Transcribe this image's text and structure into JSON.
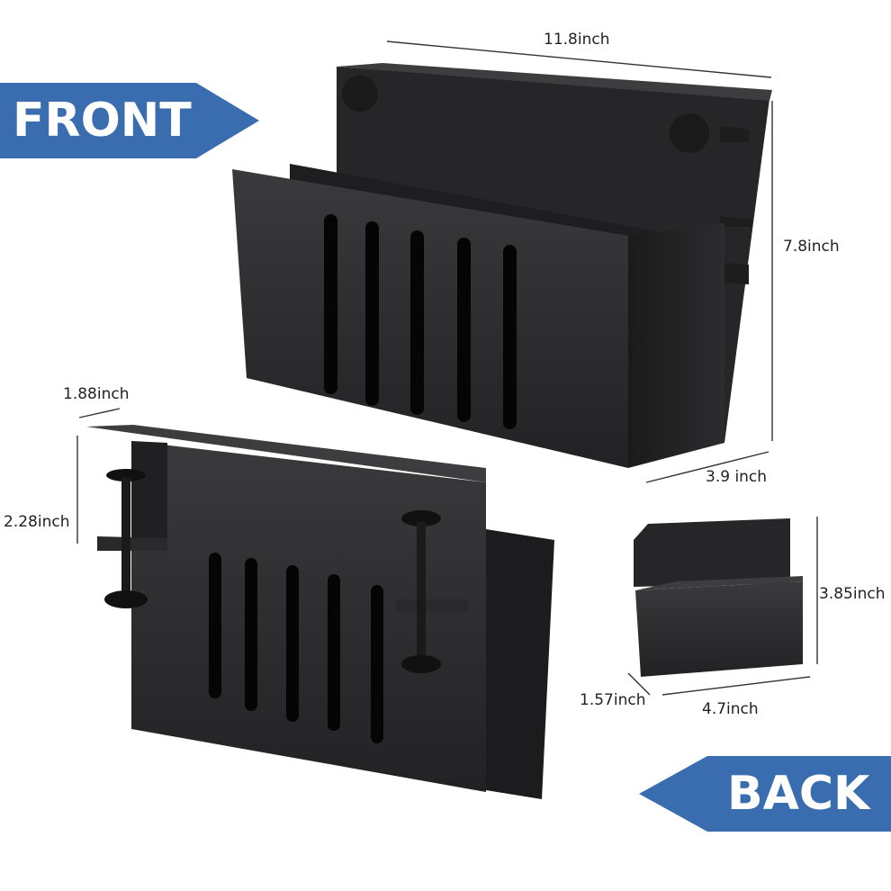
{
  "labels": {
    "front": "FRONT",
    "back": "BACK"
  },
  "dimensions": {
    "width_top": "11.8inch",
    "height_front": "7.8inch",
    "depth_front": "3.9 inch",
    "clamp_depth": "1.88inch",
    "clamp_height": "2.28inch",
    "cup_height": "3.85inch",
    "cup_depth": "1.57inch",
    "cup_width": "4.7inch"
  },
  "colors": {
    "badge": "#3a6db0",
    "product": "#2a2a2c",
    "product_dark": "#161617",
    "dimension_line": "#333333"
  }
}
